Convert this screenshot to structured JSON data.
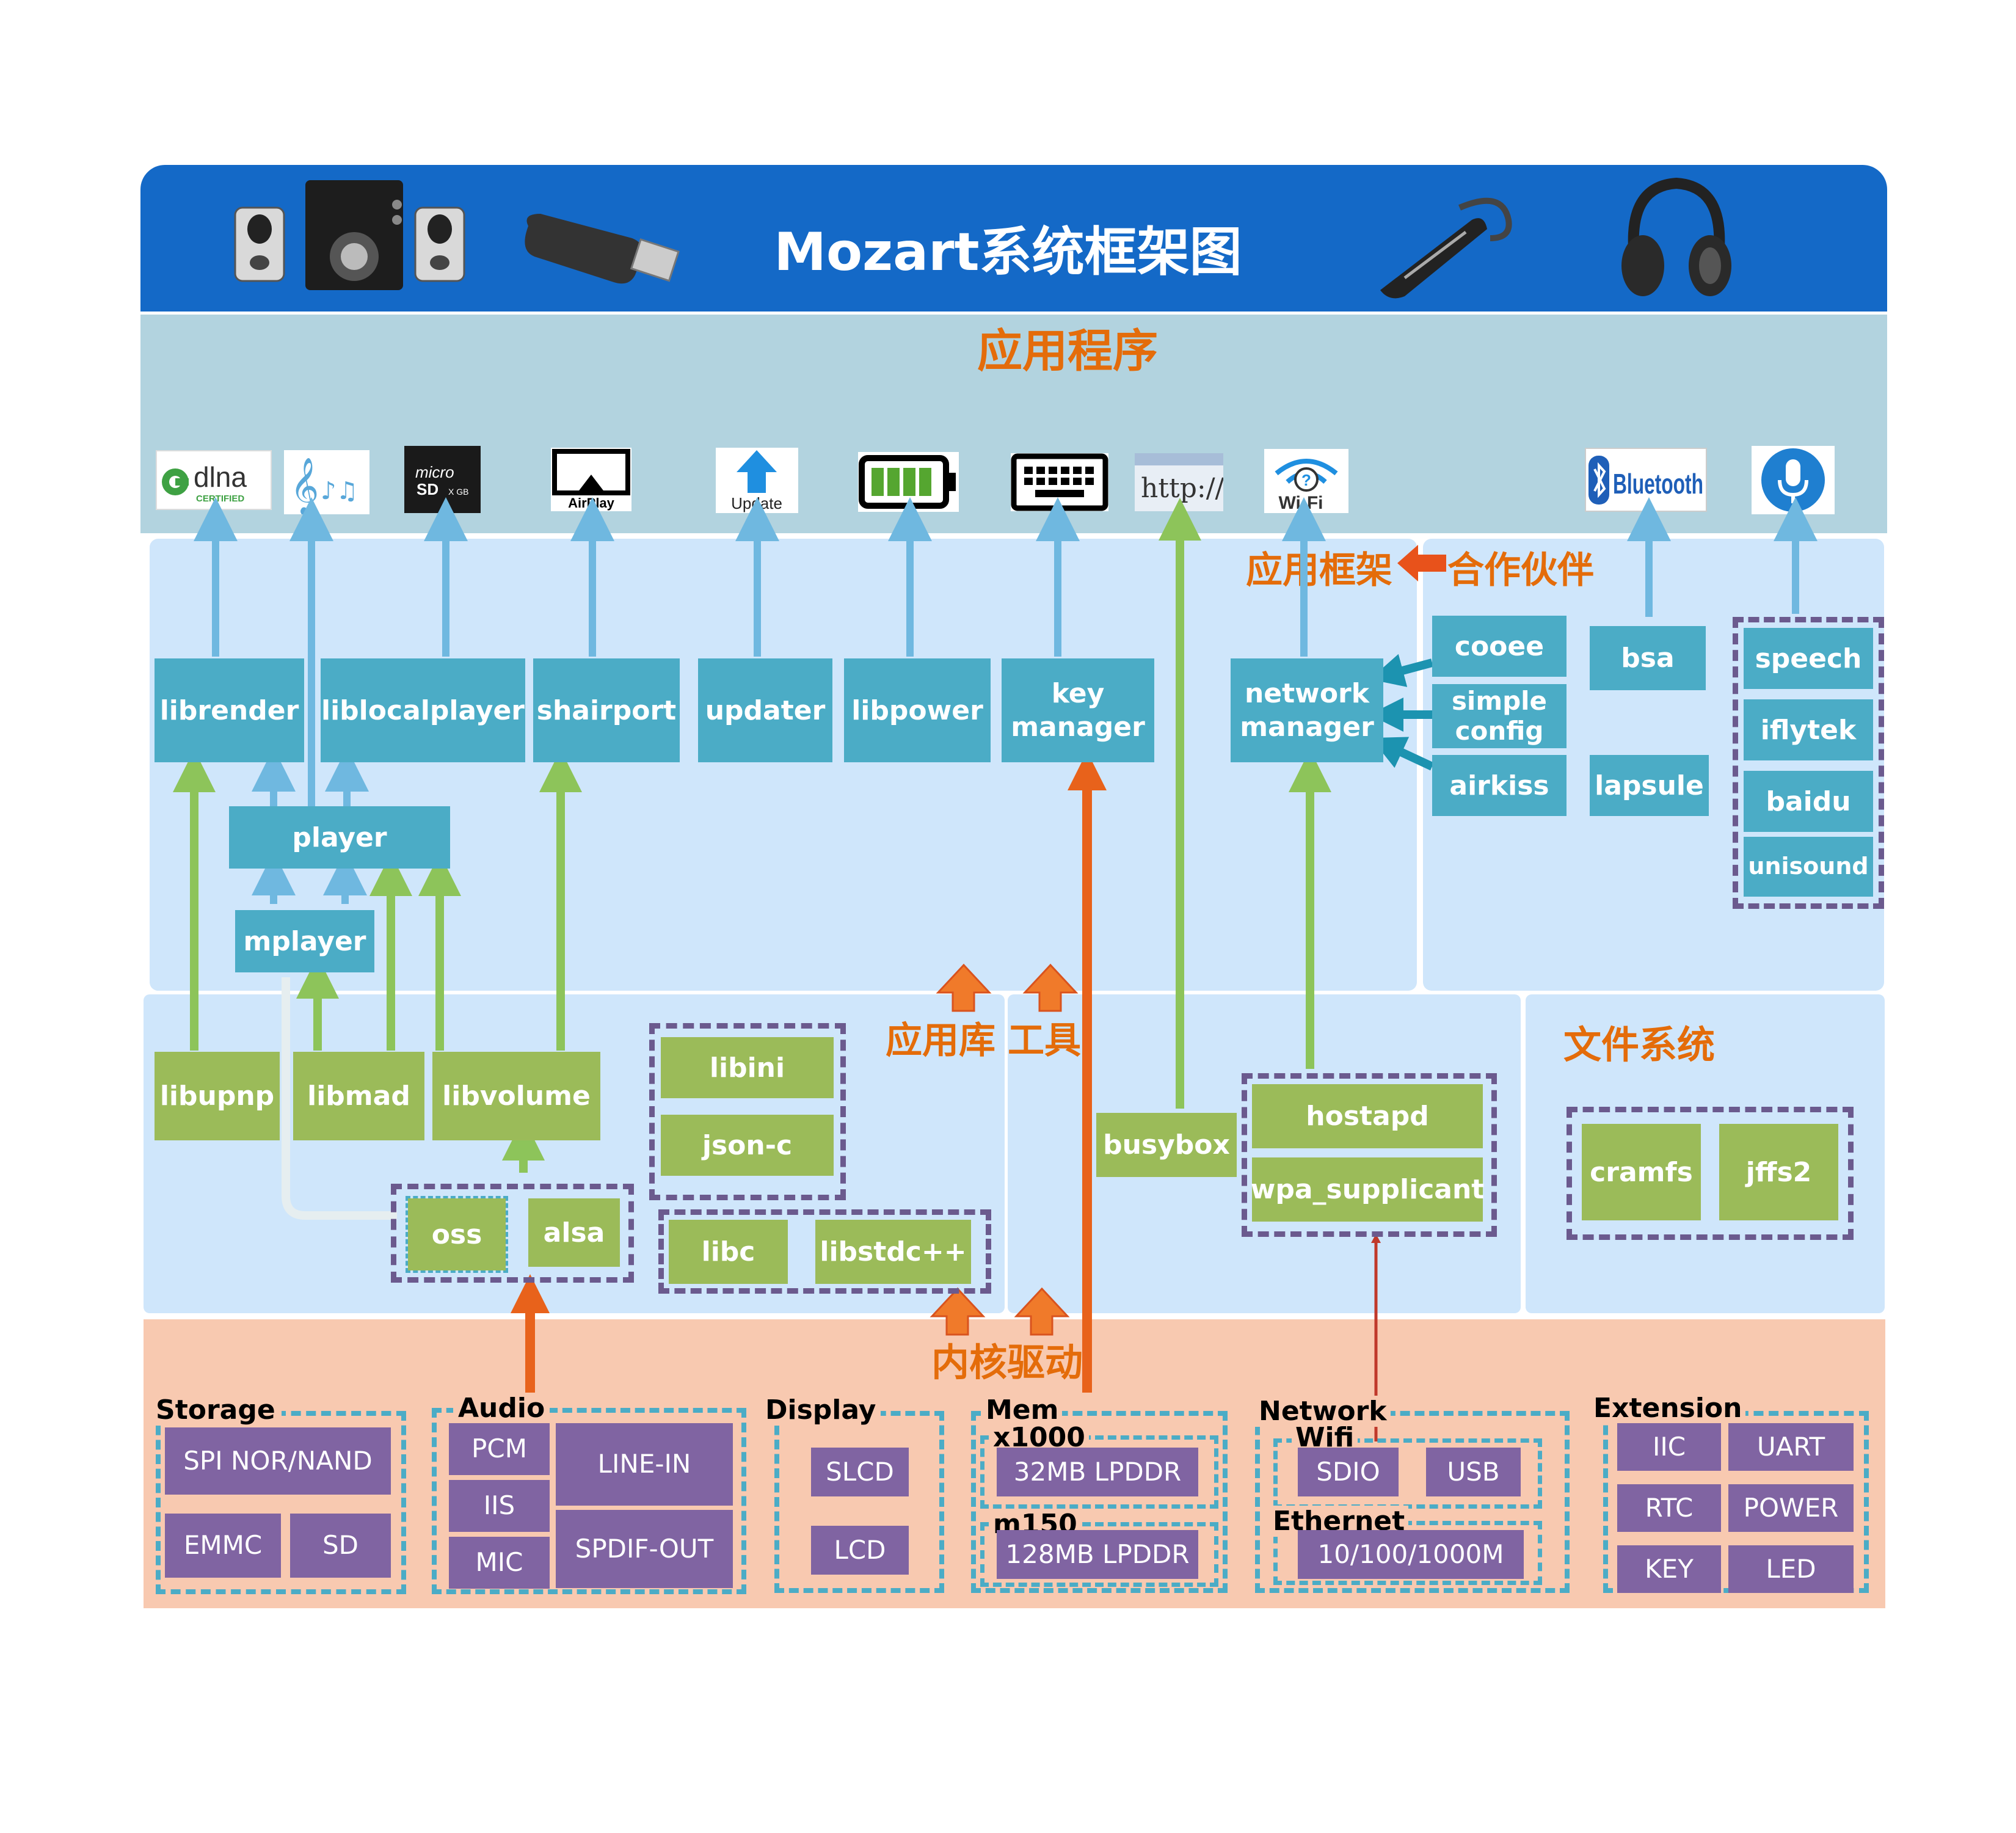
{
  "title": "Mozart系统框架图",
  "layers": {
    "application": "应用程序",
    "framework": "应用框架",
    "partner": "合作伙伴",
    "libs": "应用库",
    "tools": "工具",
    "fs": "文件系统",
    "kernel": "内核驱动"
  },
  "icons": {
    "dlna": "dlna",
    "dlna_sub": "CERTIFIED",
    "music": "♪♫",
    "sd_a": "micro",
    "sd_b": "SD",
    "sd_c": "X GB",
    "airplay": "AirPlay",
    "update": "Update",
    "battery": "battery",
    "keyboard": "keyboard",
    "http": "http://",
    "wifi": "Wi-Fi",
    "bluetooth": "Bluetooth",
    "mic": "microphone"
  },
  "app_modules": {
    "librender": "librender",
    "liblocalplayer": "liblocalplayer",
    "shairport": "shairport",
    "updater": "updater",
    "libpower": "libpower",
    "keymanager": "key\nmanager",
    "networkmanager": "network\nmanager",
    "player": "player",
    "mplayer": "mplayer"
  },
  "partners": {
    "cooee": "cooee",
    "simpleconfig": "simple\nconfig",
    "airkiss": "airkiss",
    "bsa": "bsa",
    "lapsule": "lapsule",
    "speech": "speech",
    "iflytek": "iflytek",
    "baidu": "baidu",
    "unisound": "unisound"
  },
  "libraries": {
    "libupnp": "libupnp",
    "libmad": "libmad",
    "libvolume": "libvolume",
    "oss": "oss",
    "alsa": "alsa",
    "libini": "libini",
    "jsonc": "json-c",
    "libc": "libc",
    "libstdc": "libstdc++",
    "busybox": "busybox",
    "hostapd": "hostapd",
    "wpa": "wpa_supplicant",
    "cramfs": "cramfs",
    "jffs2": "jffs2"
  },
  "hardware": {
    "storage": {
      "title": "Storage",
      "items": [
        "SPI NOR/NAND",
        "EMMC",
        "SD"
      ]
    },
    "audio": {
      "title": "Audio",
      "items": [
        "PCM",
        "IIS",
        "MIC",
        "LINE-IN",
        "SPDIF-OUT"
      ]
    },
    "display": {
      "title": "Display",
      "items": [
        "SLCD",
        "LCD"
      ]
    },
    "mem": {
      "title": "Mem",
      "sub1": "x1000",
      "item1": "32MB LPDDR",
      "sub2": "m150",
      "item2": "128MB LPDDR"
    },
    "network": {
      "title": "Network",
      "wifi": "Wifi",
      "sdio": "SDIO",
      "usb": "USB",
      "ethernet": "Ethernet",
      "eth_item": "10/100/1000M"
    },
    "extension": {
      "title": "Extension",
      "items": [
        "IIC",
        "UART",
        "RTC",
        "POWER",
        "KEY",
        "LED"
      ]
    }
  },
  "colors": {
    "header": "#1469c7",
    "app_layer": "#b2d3df",
    "mid_layer": "#cfe6fb",
    "kernel_layer": "#f8c9b0",
    "teal_box": "#4bacc6",
    "green_box": "#9bbb59",
    "purple_box": "#8064a2",
    "orange_text": "#e46c0a"
  }
}
